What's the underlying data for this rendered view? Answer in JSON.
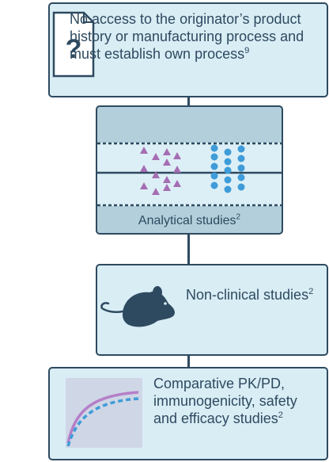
{
  "colors": {
    "navy": "#2e4a60",
    "box_fill": "#d9edf5",
    "analytical_fill": "#b2cfdb",
    "triangle": "#a56db3",
    "dot": "#3f9cd8",
    "curve_solid": "#b57fc8",
    "curve_dashed": "#3f9cd8"
  },
  "icons": [
    "question-document-icon",
    "triangle-markers",
    "dot-markers",
    "mouse-icon",
    "pk-curve-chart"
  ],
  "box1": {
    "icon": "?",
    "text": "No access to the originator’s product history or manufacturing process and must establish own process",
    "ref": "9"
  },
  "box2": {
    "label": "Analytical studies",
    "ref": "2"
  },
  "box3": {
    "text": "Non-clinical studies",
    "ref": "2"
  },
  "box4": {
    "text": "Comparative PK/PD, immunogenicity, safety and efficacy studies",
    "ref": "2"
  }
}
